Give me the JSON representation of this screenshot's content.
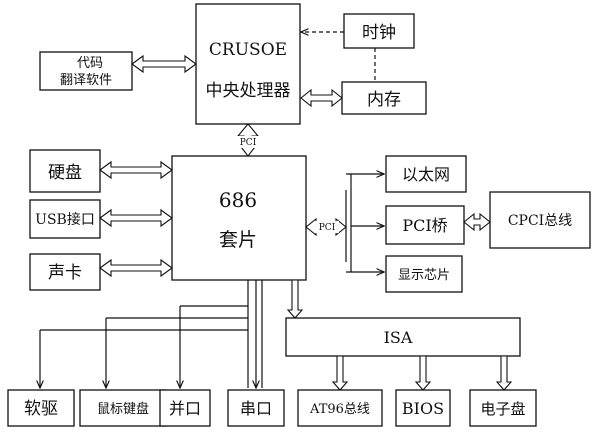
{
  "diagram": {
    "nodes": {
      "crusoe_line1": "CRUSOE",
      "crusoe_line2": "中央处理器",
      "clock": "时钟",
      "memory": "内存",
      "code_translate_line1": "代码",
      "code_translate_line2": "翻译软件",
      "pci_top": "PCI",
      "chipset_line1": "686",
      "chipset_line2": "套片",
      "hard_disk": "硬盘",
      "usb_port": "USB接口",
      "sound_card": "声卡",
      "pci_right": "PCI",
      "ethernet": "以太网",
      "pci_bridge": "PCI桥",
      "cpci_bus": "CPCI总线",
      "display_chip": "显示芯片",
      "isa": "ISA",
      "floppy": "软驱",
      "mouse_keyboard": "鼠标键盘",
      "parallel_port": "并口",
      "serial_port": "串口",
      "at96_bus": "AT96总线",
      "bios": "BIOS",
      "electronic_disk": "电子盘"
    }
  }
}
